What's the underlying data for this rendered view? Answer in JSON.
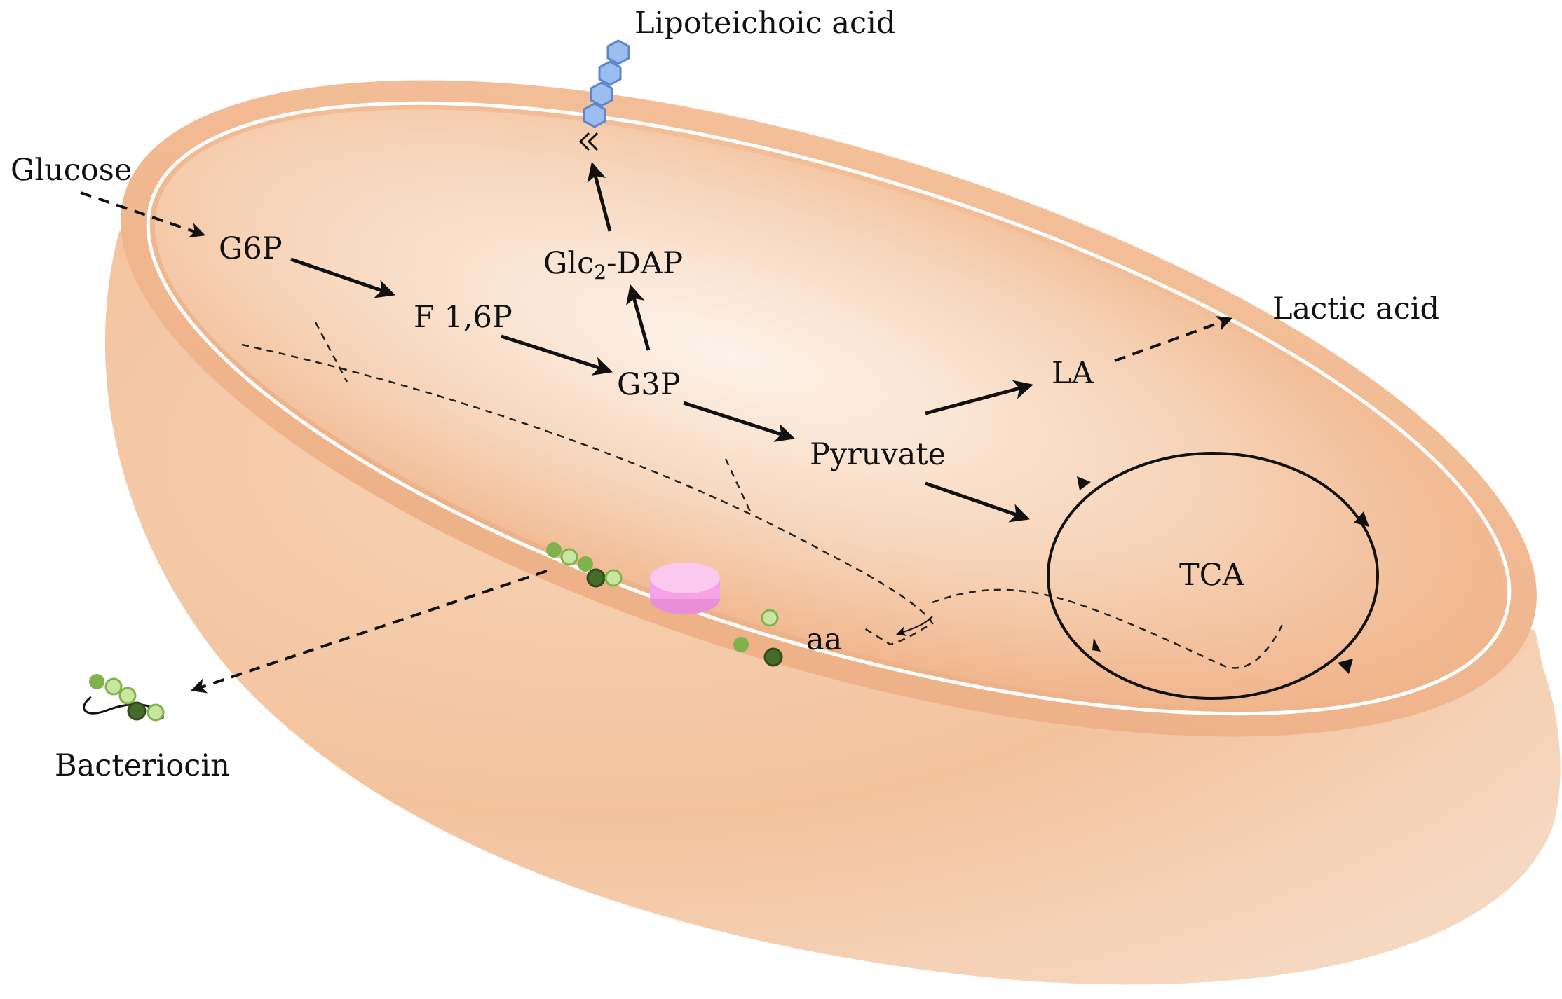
{
  "labels": {
    "lipoteichoic_acid": "Lipoteichoic acid",
    "glucose": "Glucose",
    "g6p": "G6P",
    "f16p": "F 1,6P",
    "glc_prefix": "Glc",
    "glc_sub": "2",
    "glc_suffix": "-DAP",
    "g3p": "G3P",
    "pyruvate": "Pyruvate",
    "la": "LA",
    "lactic_acid": "Lactic acid",
    "tca": "TCA",
    "aa": "aa",
    "bacteriocin": "Bacteriocin"
  },
  "colors": {
    "cell_outer": "#f5c9a6",
    "cell_inner": "#f0b88f",
    "cell_center": "#fdf1e6",
    "membrane": "#ffffff",
    "arrow": "#111111",
    "peptide_light": "#c9e6a0",
    "peptide_mid": "#7fb24a",
    "peptide_dark": "#466c2a",
    "ribosome": "#f5a3e6",
    "hexagon": "#8fb4ec"
  },
  "icons": [
    "lipoteichoic-acid-hexagon-chain",
    "ribosome-icon",
    "peptide-chain-icon",
    "bacteriocin-icon",
    "amino-acid-beads"
  ]
}
